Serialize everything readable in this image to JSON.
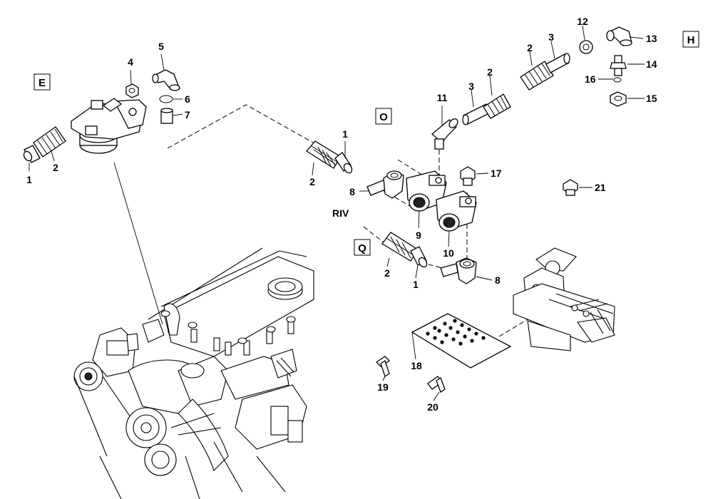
{
  "section_labels": {
    "e": "E",
    "o": "O",
    "q": "Q",
    "h": "H"
  },
  "text_labels": {
    "riv": "RIV"
  },
  "callouts": {
    "c1a": "1",
    "c2a": "2",
    "c4": "4",
    "c5": "5",
    "c6": "6",
    "c7": "7",
    "c1b": "1",
    "c2b": "2",
    "c8a": "8",
    "c9": "9",
    "c10": "10",
    "c11": "11",
    "c3a": "3",
    "c2c": "2",
    "c2d": "2",
    "c3b": "3",
    "c12": "12",
    "c13": "13",
    "c14": "14",
    "c16": "16",
    "c15": "15",
    "c17": "17",
    "c21": "21",
    "c2e": "2",
    "c1c": "1",
    "c8b": "8",
    "c18": "18",
    "c19": "19",
    "c20": "20"
  },
  "colors": {
    "line": "#000000",
    "background": "#ffffff"
  }
}
